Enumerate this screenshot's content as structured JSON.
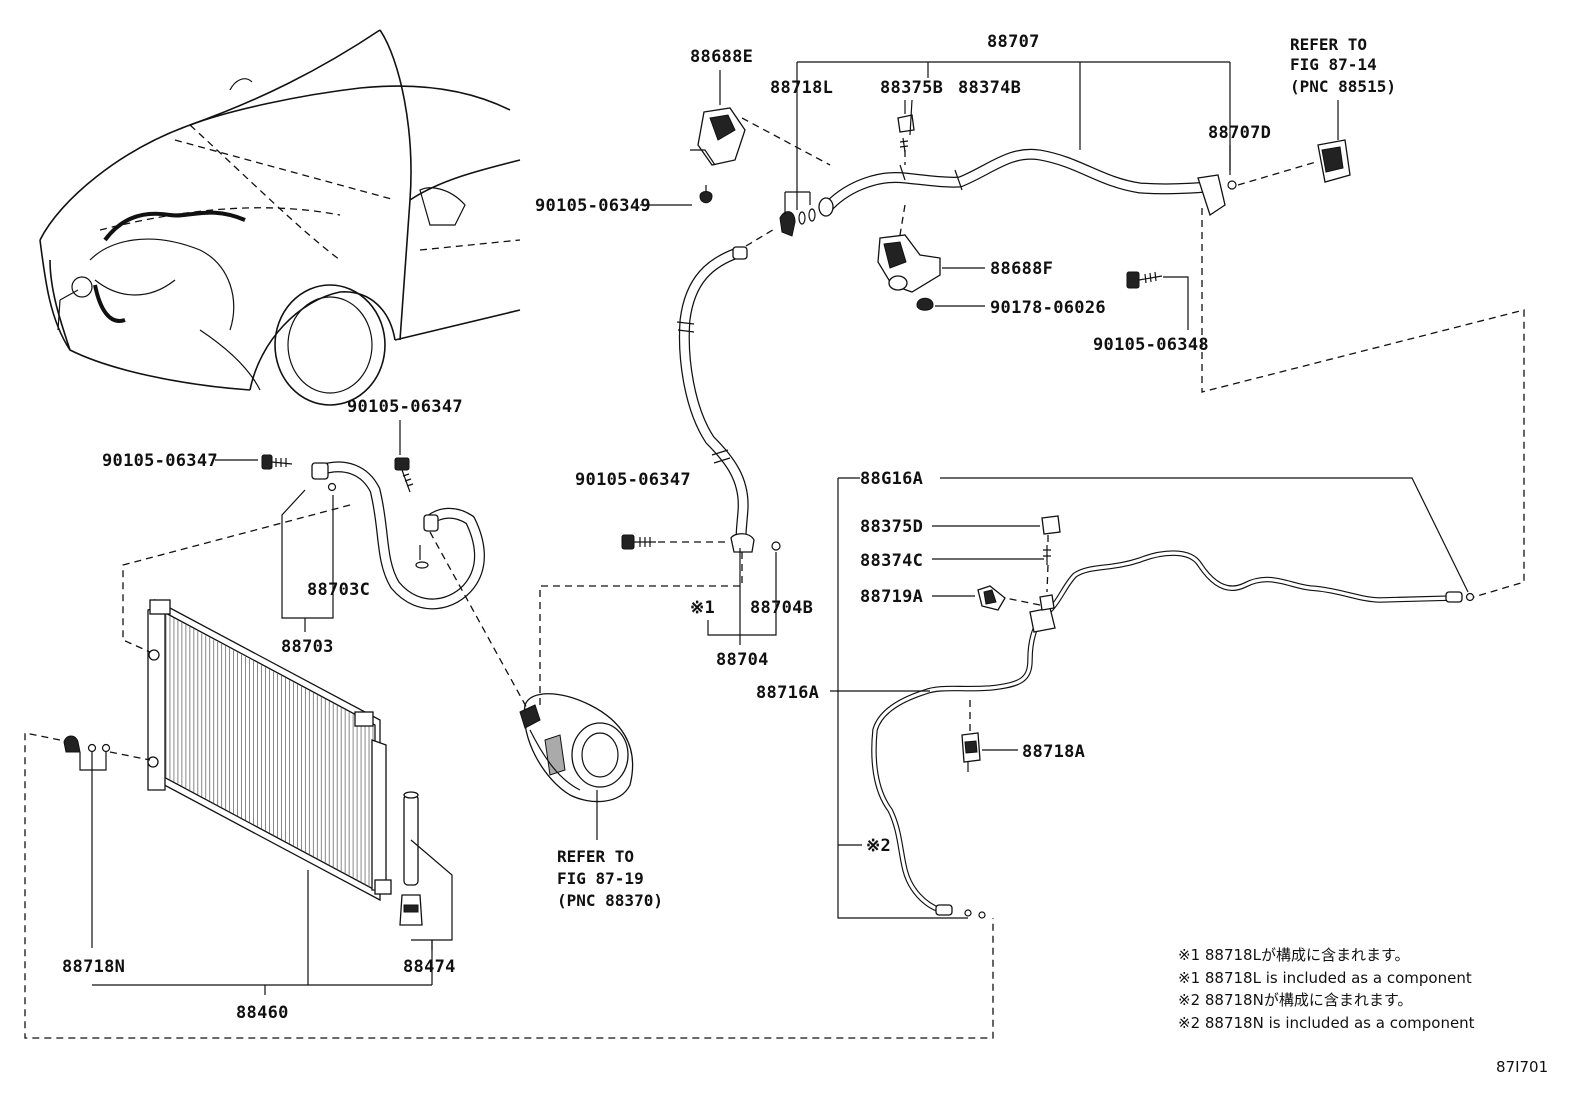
{
  "labels": {
    "p88707": "88707",
    "p88688E": "88688E",
    "p88718L": "88718L",
    "p88375B": "88375B",
    "p88374B": "88374B",
    "p88707D": "88707D",
    "p88688F": "88688F",
    "p90178_06026": "90178-06026",
    "p90105_06348": "90105-06348",
    "p90105_06349": "90105-06349",
    "p90105_06347_a": "90105-06347",
    "p90105_06347_b": "90105-06347",
    "p90105_06347_c": "90105-06347",
    "p88703C": "88703C",
    "p88703": "88703",
    "p88704B": "88704B",
    "p88704": "88704",
    "mark1": "※1",
    "p88G16A": "88G16A",
    "p88375D": "88375D",
    "p88374C": "88374C",
    "p88719A": "88719A",
    "p88716A": "88716A",
    "p88718A": "88718A",
    "mark2": "※2",
    "p88718N": "88718N",
    "p88474": "88474",
    "p88460": "88460"
  },
  "refer_top": [
    "REFER TO",
    "FIG 87-14",
    "(PNC 88515)"
  ],
  "refer_bottom": [
    "REFER TO",
    "FIG 87-19",
    "(PNC 88370)"
  ],
  "notes": [
    "※1 88718Lが構成に含まれます。",
    "※1 88718L is included as a component",
    "※2 88718Nが構成に含まれます。",
    "※2 88718N is included as a component"
  ],
  "figure_id": "87I701"
}
